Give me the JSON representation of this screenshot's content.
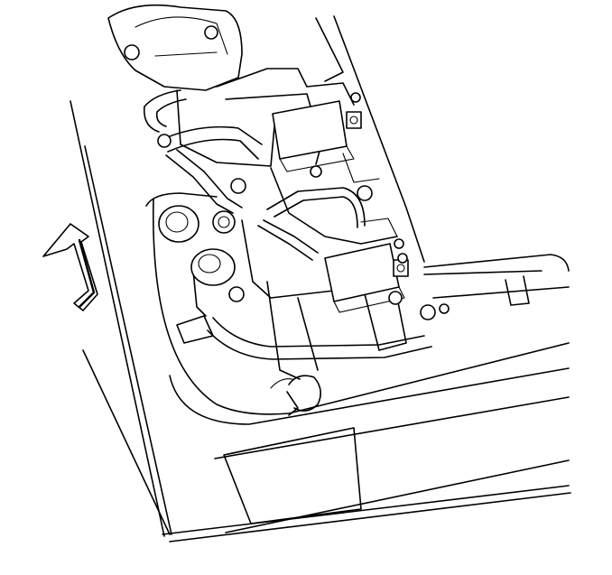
{
  "diagram": {
    "kind": "line-art technical illustration",
    "colors": {
      "line": "#000000",
      "background": "#ffffff"
    },
    "labels": [],
    "direction_indicator": {
      "icon": "curved-arrow-icon",
      "direction": "up"
    },
    "components": [
      "pan-outline",
      "valve-body",
      "cooler-lines",
      "pressure-switch-upper",
      "pressure-switch-lower",
      "control-solenoid-upper",
      "control-solenoid-lower",
      "hose-clamp",
      "mounting-bolts"
    ]
  }
}
